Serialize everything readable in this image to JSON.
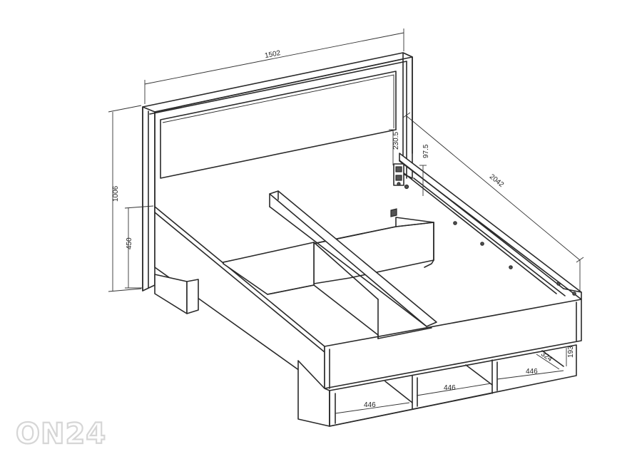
{
  "drawing": {
    "dimensions": {
      "overall_width": "1502",
      "overall_length": "2042",
      "overall_height": "1006",
      "frame_height": "450",
      "panel_offset": "230.5",
      "rail_height": "97.5",
      "drawer_width_front_left": "446",
      "drawer_width_front_mid": "446",
      "drawer_width_right": "446",
      "drawer_depth": "324",
      "drawer_height": "193"
    },
    "colors": {
      "line": "#2a2a2a",
      "background": "#ffffff",
      "watermark": "#d6d6d6"
    }
  },
  "watermark": {
    "text": "ON24"
  }
}
